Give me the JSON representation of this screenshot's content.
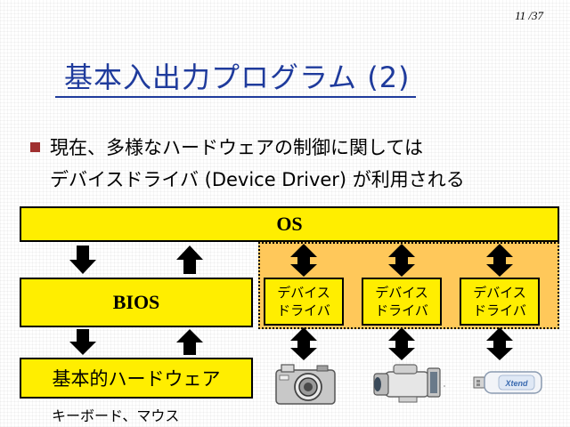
{
  "slide": {
    "page_number": "11 /37",
    "title": "基本入出力プログラム (2)",
    "bullet": {
      "line1": "現在、多様なハードウェアの制御に関しては",
      "line2": "デバイスドライバ (Device Driver) が利用される"
    }
  },
  "diagram": {
    "os_label": "OS",
    "bios_label": "BIOS",
    "hardware_label": "基本的ハードウェア",
    "hardware_caption": "キーボード、マウス",
    "drivers": [
      {
        "line1": "デバイス",
        "line2": "ドライバ"
      },
      {
        "line1": "デバイス",
        "line2": "ドライバ"
      },
      {
        "line1": "デバイス",
        "line2": "ドライバ"
      }
    ],
    "usb_label": "Xtend"
  },
  "colors": {
    "title": "#1f3b9c",
    "box_fill": "#ffee00",
    "driver_zone": "#ffc85a",
    "bullet": "#a03030"
  },
  "icons": [
    "camera-icon",
    "camcorder-icon",
    "usb-drive-icon",
    "bullet-square-icon",
    "arrow-icon"
  ]
}
